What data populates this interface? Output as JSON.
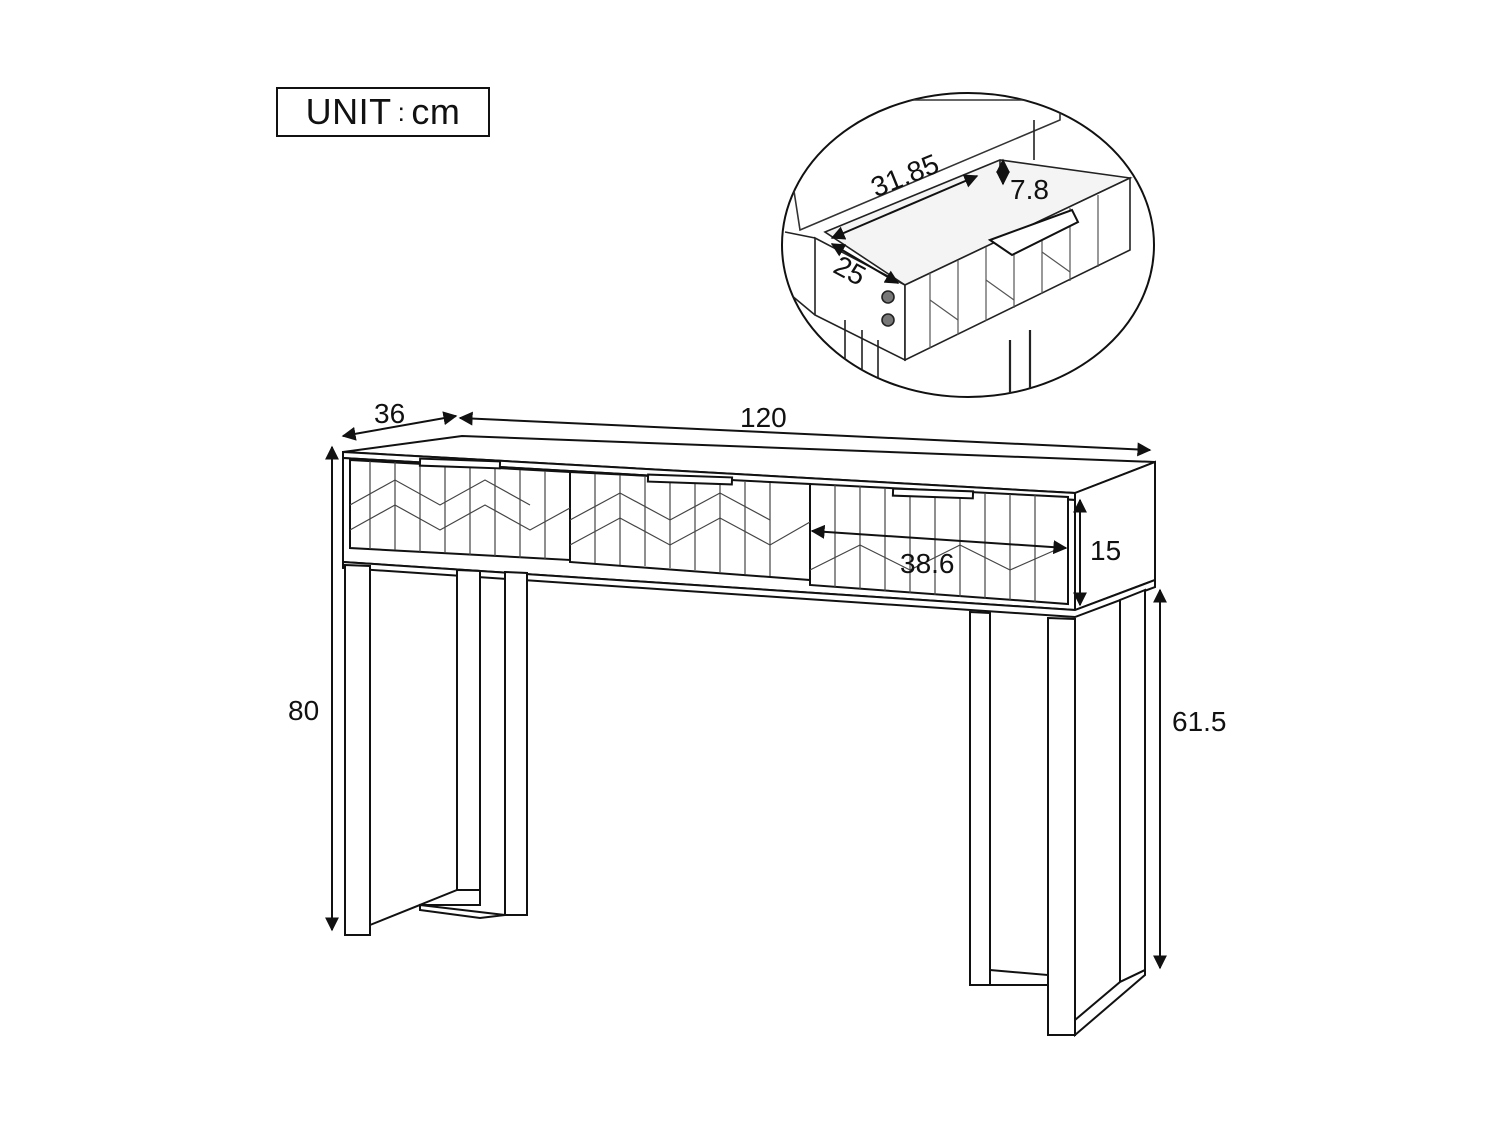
{
  "unit_badge": {
    "label": "UNIT",
    "separator": ":",
    "value": "cm"
  },
  "dimensions": {
    "depth": "36",
    "width": "120",
    "height": "80",
    "leg_height": "61.5",
    "drawer_box_height": "15",
    "drawer_front_width": "38.6"
  },
  "drawer_detail": {
    "inner_width": "31.85",
    "inner_depth": "25",
    "inner_height": "7.8"
  },
  "colors": {
    "line": "#111111",
    "background": "#ffffff"
  }
}
